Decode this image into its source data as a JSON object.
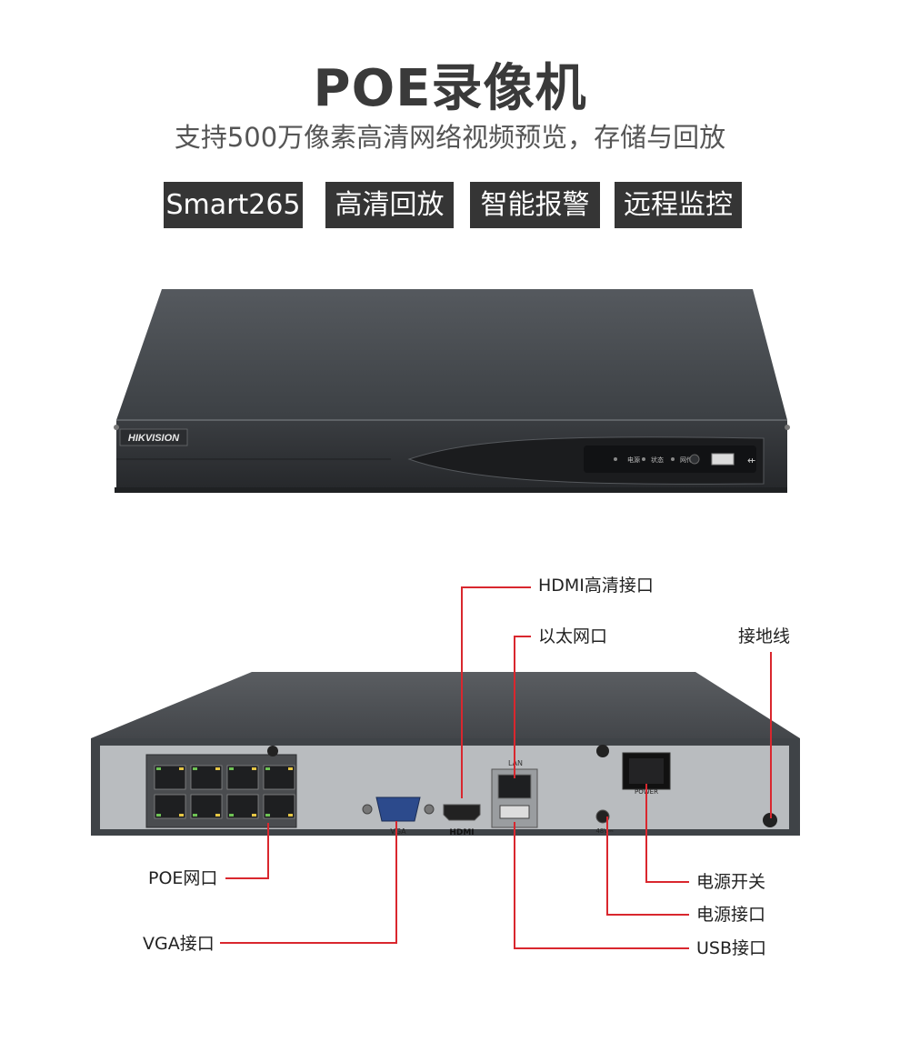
{
  "header": {
    "title": "POE录像机",
    "subtitle": "支持500万像素高清网络视频预览，存储与回放"
  },
  "features": [
    "Smart265",
    "高清回放",
    "智能报警",
    "远程监控"
  ],
  "front_panel": {
    "brand": "HIKVISION",
    "indicators": [
      "电源",
      "状态",
      "网传"
    ]
  },
  "rear_panel": {
    "port_marks": {
      "vga": "VGA",
      "hdmi": "HDMI",
      "lan": "LAN",
      "power_switch": "POWER",
      "dc_in": "48V⎓"
    }
  },
  "callouts": {
    "hdmi": "HDMI高清接口",
    "ethernet": "以太网口",
    "ground": "接地线",
    "poe": "POE网口",
    "vga": "VGA接口",
    "power_switch": "电源开关",
    "power_input": "电源接口",
    "usb": "USB接口"
  },
  "colors": {
    "tag_bg": "#353535",
    "leader_line": "#d9272e",
    "device_body": "#3f4347",
    "rear_plate": "#b9bcbf"
  }
}
